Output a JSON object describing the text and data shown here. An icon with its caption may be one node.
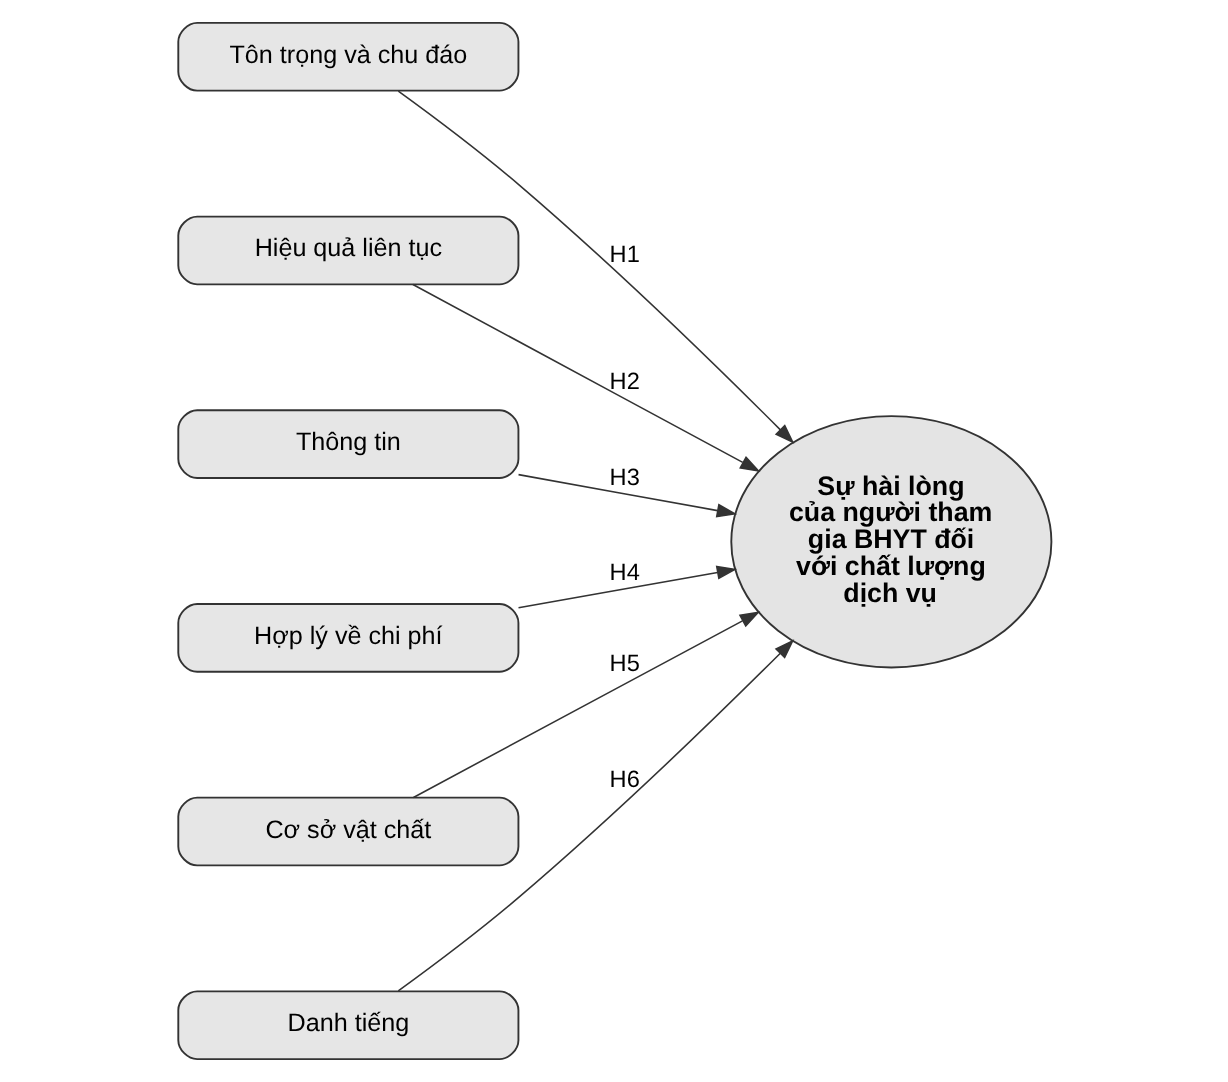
{
  "diagram": {
    "nodes": [
      {
        "text": [
          "Tôn trọng và chu đáo"
        ]
      },
      {
        "text": [
          "Hiệu quả liên tục"
        ]
      },
      {
        "text": [
          "Thông tin"
        ]
      },
      {
        "text": [
          "Hợp lý về chi phí"
        ]
      },
      {
        "text": [
          "Cơ sở vật chất"
        ]
      },
      {
        "text": [
          "Danh tiếng"
        ]
      },
      {
        "text": [
          "Sự hài lòng của người tham gia BHYT đối với chất lượng dịch vụ"
        ]
      }
    ],
    "edges": [
      {
        "from": 0,
        "to": 6,
        "arrow": "to",
        "label": "H1"
      },
      {
        "from": 1,
        "to": 6,
        "arrow": "to",
        "label": "H2"
      },
      {
        "from": 2,
        "to": 6,
        "arrow": "to",
        "label": "H3"
      },
      {
        "from": 3,
        "to": 6,
        "arrow": "to",
        "label": "H4"
      },
      {
        "from": 4,
        "to": 6,
        "arrow": "to",
        "label": "H5"
      },
      {
        "from": 5,
        "to": 6,
        "arrow": "to",
        "label": "H6"
      }
    ]
  }
}
